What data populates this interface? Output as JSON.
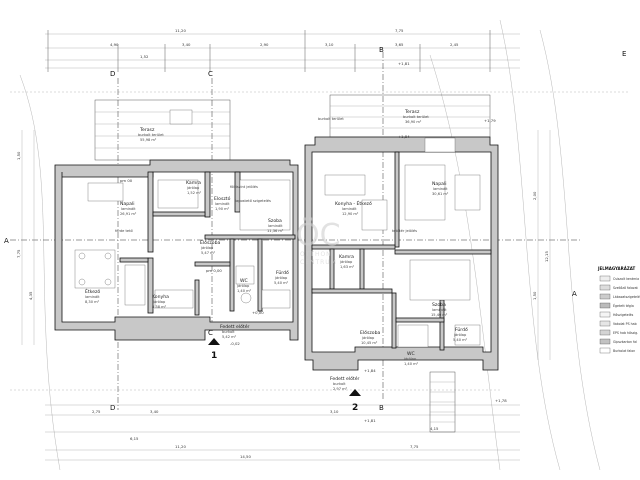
{
  "rooms": [
    {
      "key": "terasz_l",
      "name": "Terasz",
      "sub": "burkolt terület",
      "area": "55,98 m²"
    },
    {
      "key": "napali_l",
      "name": "Napali",
      "sub": "laminált",
      "area": "26,91 m²"
    },
    {
      "key": "kamra_l",
      "name": "Kamra",
      "sub": "járólap",
      "area": "1,52 m²"
    },
    {
      "key": "eloszto_l",
      "name": "Elosztó",
      "sub": "laminált",
      "area": "1,90 m²"
    },
    {
      "key": "szoba_l",
      "name": "Szoba",
      "sub": "laminált",
      "area": "11,36 m²"
    },
    {
      "key": "etkezo_l",
      "name": "Étkező",
      "sub": "laminált",
      "area": "8,30 m²"
    },
    {
      "key": "konyha_l",
      "name": "Konyha",
      "sub": "járólap",
      "area": "8,38 m²"
    },
    {
      "key": "eloszob_l",
      "name": "Előszoba",
      "sub": "járólap",
      "area": "5,47 m²"
    },
    {
      "key": "wc_l",
      "name": "WC",
      "sub": "járólap",
      "area": "1,40 m²"
    },
    {
      "key": "furdo_l",
      "name": "Fürdő",
      "sub": "járólap",
      "area": "5,40 m²"
    },
    {
      "key": "fedett_l",
      "name": "Fedett előtér",
      "sub": "burkolt",
      "area": "5,42 m²"
    },
    {
      "key": "terasz_r",
      "name": "Terasz",
      "sub": "burkolt terület",
      "area": "36,90 m²"
    },
    {
      "key": "napali_r",
      "name": "Napali",
      "sub": "laminált",
      "area": "30,61 m²"
    },
    {
      "key": "konyha_r",
      "name": "Konyha - Étkező",
      "sub": "laminált",
      "area": "12,90 m²"
    },
    {
      "key": "kamra_r",
      "name": "Kamra",
      "sub": "járólap",
      "area": "1,63 m²"
    },
    {
      "key": "szoba_r",
      "name": "Szoba",
      "sub": "laminált",
      "area": "15,40 m²"
    },
    {
      "key": "eloszob_r",
      "name": "Előszoba",
      "sub": "járólap",
      "area": "10,45 m²"
    },
    {
      "key": "wc_r",
      "name": "WC",
      "sub": "járólap",
      "area": "1,40 m²"
    },
    {
      "key": "furdo_r",
      "name": "Fürdő",
      "sub": "járólap",
      "area": "5,40 m²"
    },
    {
      "key": "fedett_r",
      "name": "Fedett előtér",
      "sub": "burkolt",
      "area": "2,97 m²"
    }
  ],
  "notes": {
    "burkolt": "burkolt terület",
    "lepcso": "földszint jelölés",
    "szigetelt": "lapostető szigetelés",
    "ferde": "ferde tető",
    "tudas": "tetőtér jelölés"
  },
  "levels": {
    "top_right_a": "+1,81",
    "top_right_b": "+1,79",
    "mid_right": "+1,84",
    "ground_l": "-0,02",
    "ground_r1": "+1,84",
    "ground_r2": "+1,81",
    "right_edge": "+1,78",
    "pm00": "pm 00",
    "pm_a": "pm 0,00",
    "pm_b": "+0,00"
  },
  "axes": {
    "A": "A",
    "B": "B",
    "C": "C",
    "D": "D",
    "E": "E",
    "sec1": "1",
    "sec2": "2"
  },
  "dims_top": {
    "total": "11,20",
    "right_total": "7,75",
    "r1": "3,10",
    "r2": "3,65",
    "r3": "2,45",
    "l1": "4,90",
    "l2": "3,40",
    "l3": "2,90",
    "small": "1,52"
  },
  "dims_bottom": {
    "b1": "2,75",
    "b2": "3,10",
    "b3": "3,40",
    "b4": "4,15",
    "b5": "6,15",
    "b6": "11,20",
    "b7": "14,50",
    "b8": "7,75"
  },
  "dims_side": {
    "s1": "1,50",
    "s2": "7,75",
    "s3": "4,35",
    "s4": "2,00",
    "s5": "1,50",
    "s6": "12,15"
  },
  "legend": {
    "title": "JELMAGYARÁZAT",
    "items": [
      "Csiszolt kerámia",
      "Szellőző falazat",
      "Lábazatszigetelés",
      "Égetett tégla",
      "Hőszigetelés",
      "Vakolat PS hab",
      "EPS hab hőszig.",
      "Gipszkarton fal",
      "Burkolat falon"
    ]
  },
  "watermark": {
    "logo": "ÖC",
    "line1": "OTTHON",
    "line2": "CENTRUM"
  },
  "colors": {
    "wall": "#c8c8c8",
    "line": "#111111",
    "accent": "#cfcfcf"
  }
}
